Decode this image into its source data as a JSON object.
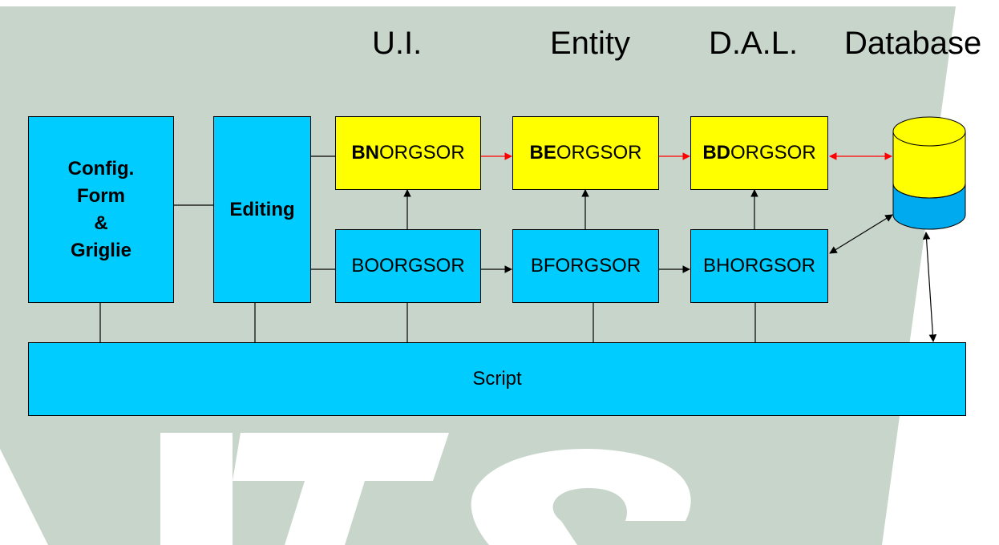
{
  "layers": {
    "ui": "U.I.",
    "entity": "Entity",
    "dal": "D.A.L.",
    "database": "Database"
  },
  "config_box": {
    "line1": "Config.",
    "line2": "Form",
    "line3": "&",
    "line4": "Griglie"
  },
  "editing_box": {
    "label": "Editing"
  },
  "top_row": [
    {
      "prefix": "BN",
      "suffix": "ORGSOR"
    },
    {
      "prefix": "BE",
      "suffix": "ORGSOR"
    },
    {
      "prefix": "BD",
      "suffix": "ORGSOR"
    }
  ],
  "bottom_row": [
    {
      "label": "BOORGSOR"
    },
    {
      "label": "BFORGSOR"
    },
    {
      "label": "BHORGSOR"
    }
  ],
  "script_box": {
    "label": "Script"
  },
  "colors": {
    "cyan": "#00ccff",
    "yellow": "#ffff00",
    "watermark": "#c8d5cb",
    "red_arrow": "#ff0000",
    "black_arrow": "#000000",
    "db_top": "#ffff00",
    "db_bottom": "#00aaee"
  }
}
